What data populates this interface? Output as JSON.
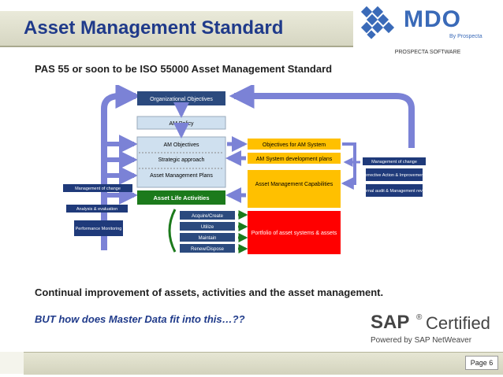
{
  "header": {
    "title": "Asset Management Standard",
    "logo_text": "MDO",
    "logo_byline": "By Prospecta",
    "logo_subtitle": "PROSPECTA SOFTWARE"
  },
  "subtitle": "PAS 55 or soon to be ISO 55000 Asset Management Standard",
  "diagram": {
    "center_column": [
      "Organizational Objectives",
      "AM Policy",
      "AM Objectives",
      "Strategic approach",
      "Asset Management Plans"
    ],
    "asset_life_activities": "Asset Life Activities",
    "activities": [
      "Acquire/Create",
      "Utilize",
      "Maintain",
      "Renew/Dispose"
    ],
    "right_column": [
      "Objectives for AM System",
      "AM System development plans"
    ],
    "capabilities": "Asset Management Capabilities",
    "portfolio": "Portfolio of asset systems & assets",
    "left_labels": [
      "Management of change",
      "Analysis & evaluation",
      "Performance Monitoring"
    ],
    "right_labels": [
      "Management of change",
      "Corrective Action & Improvements",
      "Internal audit & Management review"
    ]
  },
  "body": {
    "line1": "Continual improvement of assets, activities and the asset management.",
    "line2": "BUT how does Master Data fit into this…??"
  },
  "badge": {
    "sap": "SAP",
    "certified": "Certified",
    "powered": "Powered by SAP NetWeaver"
  },
  "footer": {
    "page": "Page 6"
  },
  "colors": {
    "title": "#1f3a8a",
    "arrow": "#7b82d6",
    "box_dark": "#2b4a7e",
    "box_light": "#cfe0ef",
    "green": "#1c7a1c",
    "orange": "#ffc000",
    "red": "#ff0000",
    "navy": "#1f3a7a"
  }
}
